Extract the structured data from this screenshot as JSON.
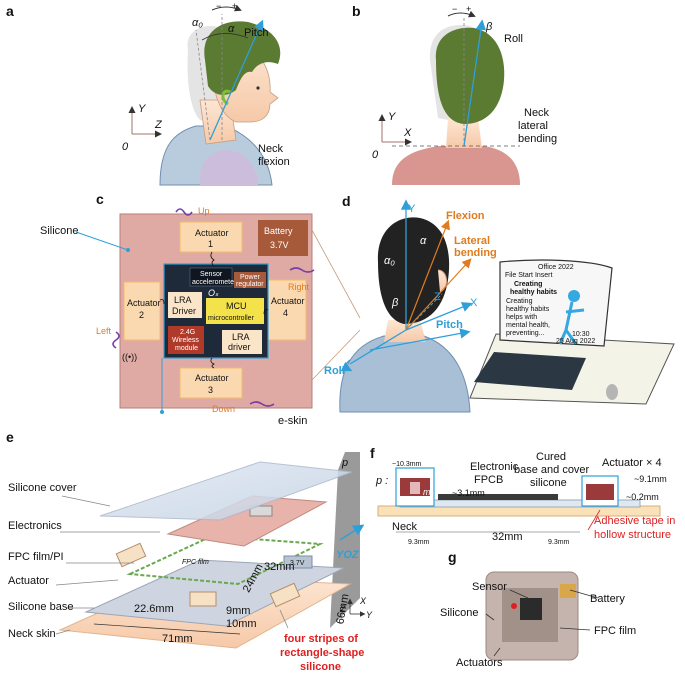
{
  "panel_letters": {
    "a": "a",
    "b": "b",
    "c": "c",
    "d": "d",
    "e": "e",
    "f": "f",
    "g": "g"
  },
  "a": {
    "pitch": "Pitch",
    "alpha0": "α₀",
    "alpha": "α",
    "minus": "−",
    "plus": "+",
    "axis_y": "Y",
    "axis_z": "Z",
    "origin": "0",
    "neck": "Neck",
    "flexion": "flexion"
  },
  "b": {
    "roll": "Roll",
    "beta": "β",
    "minus": "−",
    "plus": "+",
    "axis_y": "Y",
    "axis_x": "X",
    "origin": "0",
    "neck": "Neck",
    "lateral": "lateral",
    "bending": "bending"
  },
  "c": {
    "silicone": "Silicone",
    "up": "Up",
    "down": "Down",
    "left": "Left",
    "right": "Right",
    "actuator": "Actuator",
    "n1": "1",
    "n2": "2",
    "n3": "3",
    "n4": "4",
    "battery": "Battery",
    "battery_v": "3.7V",
    "sensor1": "Sensor",
    "sensor2": "accelerometer",
    "power1": "Power",
    "power2": "regulator",
    "os": "Oₛ",
    "lra1": "LRA",
    "lra2": "Driver",
    "mcu1": "MCU",
    "mcu2": "microcontroller",
    "wl1": "2.4G",
    "wl2": "Wireless",
    "wl3": "module",
    "lrad1": "LRA",
    "lrad2": "driver",
    "eskin": "e-skin"
  },
  "d": {
    "y": "Y",
    "z": "Z",
    "x": "X",
    "flexion": "Flexion",
    "lateral": "Lateral",
    "bending": "bending",
    "pitch": "Pitch",
    "roll": "Roll",
    "alpha0": "α₀",
    "alpha": "α",
    "beta": "β",
    "screen_title": "Office 2022",
    "screen_menu": "File  Start  Insert",
    "screen_heading1": "Creating",
    "screen_heading2": "healthy habits",
    "screen_body": [
      "Creating",
      "healthy habits",
      "helps with",
      "mental health,",
      "preventing..."
    ],
    "screen_time": "10:30",
    "screen_date": "25 Aug 2022"
  },
  "e": {
    "silicone_cover": "Silicone cover",
    "electronics": "Electronics",
    "fpc": "FPC film/PI",
    "actuator": "Actuator",
    "silicone_base": "Silicone base",
    "neck_skin": "Neck skin",
    "p": "p",
    "yoz": "YOZ",
    "z": "Z",
    "x": "X",
    "y": "Y",
    "d226": "22.6mm",
    "d9": "9mm",
    "d10": "10mm",
    "d71": "71mm",
    "d66": "66mm",
    "d24": "24mm",
    "d32": "32mm",
    "v37": "3.7V",
    "fpc_film": "FPC film",
    "stripes1": "four stripes of",
    "stripes2": "rectangle-shape",
    "stripes3": "silicone"
  },
  "f": {
    "p": "p :",
    "d103": "~10.3mm",
    "electronic": "Electronic",
    "fpcb": "FPCB",
    "cured1": "Cured",
    "cured2": "base and cover",
    "cured3": "silicone",
    "actuator4": "Actuator × 4",
    "d91": "~9.1mm",
    "d31": "~3.1mm",
    "d02": "~0.2mm",
    "m": "m",
    "neck": "Neck",
    "d93a": "9.3mm",
    "d32": "32mm",
    "d93b": "9.3mm",
    "adhesive1": "Adhesive tape in",
    "adhesive2": "hollow structure"
  },
  "g": {
    "sensor": "Sensor",
    "battery": "Battery",
    "silicone": "Silicone",
    "fpc": "FPC film",
    "actuators": "Actuators"
  },
  "colors": {
    "accent_blue": "#2f9fd8",
    "orange": "#e07b1f",
    "red": "#e02020",
    "hair": "#5b7a32",
    "skin": "#fbe3d1",
    "shirt": "#a8bfd6",
    "pink_shirt": "#d9958f",
    "silicone_pink": "#e0aaa4",
    "actuator_fill": "#fbd9b0",
    "board": "#1e2a3a",
    "battery": "#a65a3a"
  },
  "icons": [
    "rotation-arrow-icon",
    "vibration-icon",
    "wireless-icon",
    "laptop-icon",
    "mouse-icon"
  ]
}
